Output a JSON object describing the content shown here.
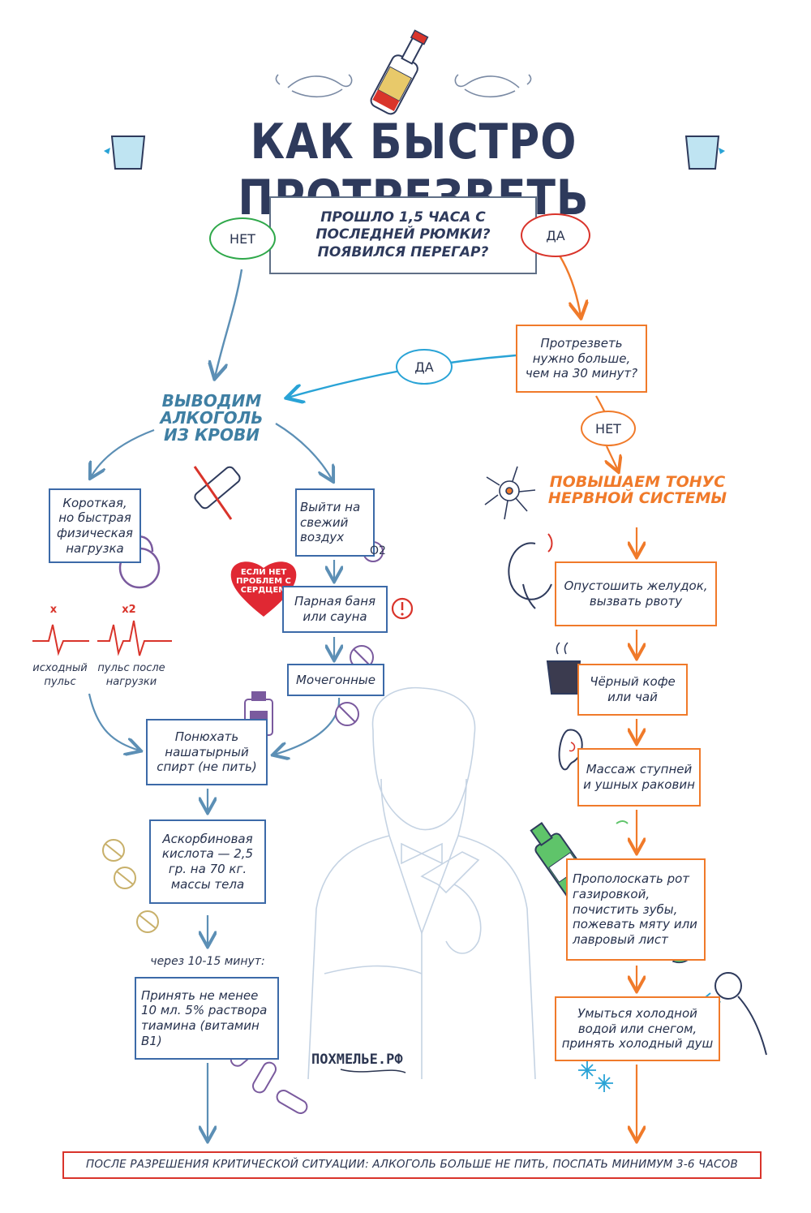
{
  "title": "КАК БЫСТРО ПРОТРЕЗВЕТЬ",
  "question": "ПРОШЛО 1,5 ЧАСА С ПОСЛЕДНЕЙ РЮМКИ? ПОЯВИЛСЯ ПЕРЕГАР?",
  "answers": {
    "no": "НЕТ",
    "yes": "ДА",
    "yes2": "ДА",
    "no2": "НЕТ"
  },
  "left": {
    "heading": "ВЫВОДИМ АЛКОГОЛЬ ИЗ КРОВИ",
    "exercise": "Короткая, но быстрая физическая нагрузка",
    "pulse_x": "x",
    "pulse_x2": "x2",
    "pulse_base": "исходный пульс",
    "pulse_after": "пульс после нагрузки",
    "fresh_air": "Выйти на свежий воздух",
    "o2": "O2",
    "heart": "ЕСЛИ НЕТ ПРОБЛЕМ С СЕРДЦЕМ",
    "sauna": "Парная баня или сауна",
    "diuretic": "Мочегонные",
    "ammonia": "Понюхать нашатырный спирт (не пить)",
    "ascorbic": "Аскорбиновая кислота — 2,5 гр. на 70 кг. массы тела",
    "wait": "через 10-15 минут:",
    "thiamine": "Принять не менее 10 мл. 5% раствора тиамина (витамин B1)"
  },
  "right": {
    "question": "Протрезветь нужно больше, чем на 30 минут?",
    "heading": "ПОВЫШАЕМ ТОНУС НЕРВНОЙ СИСТЕМЫ",
    "stomach": "Опустошить желудок, вызвать рвоту",
    "coffee": "Чёрный кофе или чай",
    "massage": "Массаж ступней и ушных раковин",
    "rinse": "Прополоскать рот газировкой, почистить зубы, пожевать мяту или лавровый лист",
    "wash": "Умыться холодной водой или снегом, принять холодный душ"
  },
  "site": "ПОХМЕЛЬЕ.РФ",
  "footer": "ПОСЛЕ РАЗРЕШЕНИЯ КРИТИЧЕСКОЙ СИТУАЦИИ: АЛКОГОЛЬ БОЛЬШЕ НЕ ПИТЬ, ПОСПАТЬ МИНИМУМ 3-6 ЧАСОВ",
  "colors": {
    "title": "#2e3a5c",
    "left_heading": "#3f7fa3",
    "right_heading": "#f07a2a",
    "no_oval": "#2fa84a",
    "yes_oval": "#d9342b",
    "left_arrows": "#5c8fb5",
    "right_arrows": "#f07a2a",
    "sky_arrows": "#29a3d6",
    "footer_border": "#d9342b"
  }
}
